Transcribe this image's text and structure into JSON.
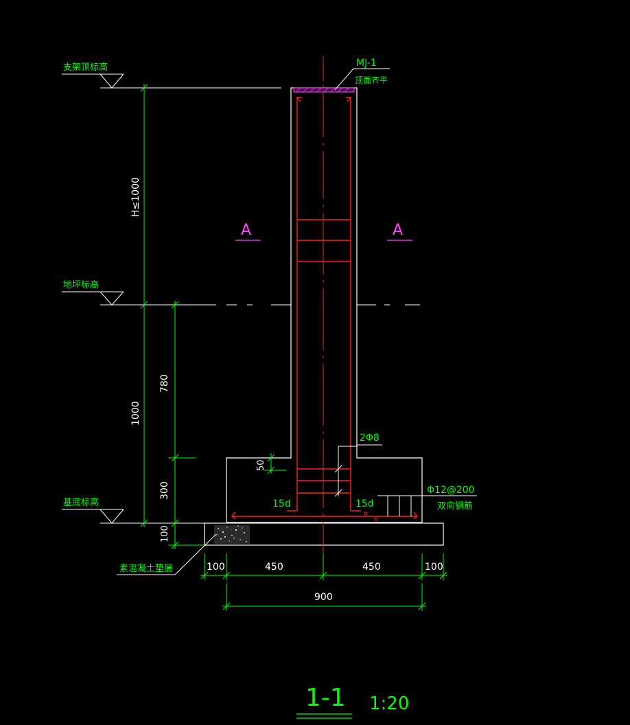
{
  "colors": {
    "background": "#000000",
    "outline": "#ffffff",
    "rebar": "#ff2020",
    "dimension": "#00ff00",
    "section_mark": "#ff44ff",
    "centerline": "#ff2020"
  },
  "labels": {
    "top_elevation": "支架顶标高",
    "ground_elevation": "地坪标高",
    "base_elevation": "基底标高",
    "embed_plate": "MJ-1",
    "flush_note": "顶面齐平",
    "section_left": "A",
    "section_right": "A",
    "rebar_stirrup": "2Φ8",
    "rebar_bottom": "Φ12@200",
    "rebar_bottom_note": "双向钢筋",
    "anchor_left": "15d",
    "anchor_right": "15d",
    "cushion": "素混凝土垫层"
  },
  "dimensions": {
    "height_above_ground": "H≤1000",
    "below_ground_total": "1000",
    "embed_depth": "780",
    "footing_height": "300",
    "cushion_thickness": "100",
    "notch": "50",
    "cushion_left": "100",
    "half_left": "450",
    "half_right": "450",
    "cushion_right": "100",
    "footing_width": "900"
  },
  "title": {
    "section": "1-1",
    "scale": "1:20"
  }
}
